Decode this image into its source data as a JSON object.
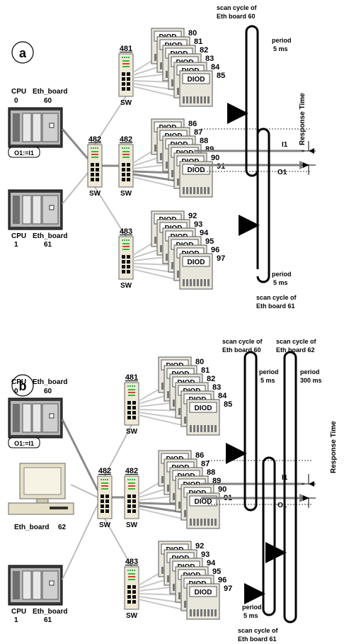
{
  "panels": [
    {
      "letter": "a",
      "cpus": [
        {
          "cpu_label": "CPU",
          "cpu_num": "0",
          "board_label": "Eth_board",
          "board_num": "60",
          "tag": "O1:=I1"
        },
        {
          "cpu_label": "CPU",
          "cpu_num": "1",
          "board_label": "Eth_board",
          "board_num": "61"
        }
      ],
      "pc": null,
      "switches": [
        {
          "id": "481",
          "label": "SW"
        },
        {
          "id": "482",
          "label": "SW"
        },
        {
          "id": "482",
          "label": "SW"
        },
        {
          "id": "483",
          "label": "SW"
        }
      ],
      "diod_label": "DIOD",
      "diod_groups": [
        [
          "80",
          "81",
          "82",
          "83",
          "84",
          "85"
        ],
        [
          "86",
          "87",
          "88",
          "89",
          "90",
          "91"
        ],
        [
          "92",
          "93",
          "94",
          "95",
          "96",
          "97"
        ]
      ],
      "annotations": {
        "scan_top": [
          "scan cycle of",
          "Eth board 60"
        ],
        "period_top": [
          "period",
          "5 ms"
        ],
        "scan_bottom": [
          "scan cycle of",
          "Eth board 61"
        ],
        "period_bottom": [
          "period",
          "5 ms"
        ],
        "response_time": "Response Time",
        "i1": "I1",
        "o1": "O1"
      }
    },
    {
      "letter": "b",
      "cpus": [
        {
          "cpu_label": "CPU",
          "cpu_num": "0",
          "board_label": "Eth_board",
          "board_num": "60",
          "tag": "O1:=I1"
        },
        {
          "cpu_label": "CPU",
          "cpu_num": "1",
          "board_label": "Eth_board",
          "board_num": "61"
        }
      ],
      "pc": {
        "label": "Eth_board",
        "num": "62"
      },
      "switches": [
        {
          "id": "481",
          "label": "SW"
        },
        {
          "id": "482",
          "label": "SW"
        },
        {
          "id": "482",
          "label": "SW"
        },
        {
          "id": "483",
          "label": "SW"
        }
      ],
      "diod_label": "DIOD",
      "diod_groups": [
        [
          "80",
          "81",
          "82",
          "83",
          "84",
          "85"
        ],
        [
          "86",
          "87",
          "88",
          "89",
          "90",
          "91"
        ],
        [
          "92",
          "93",
          "94",
          "95",
          "96",
          "97"
        ]
      ],
      "annotations": {
        "scan_top": [
          "scan cycle of",
          "Eth board 60"
        ],
        "period_top": [
          "period",
          "5 ms"
        ],
        "scan_top2": [
          "scan cycle of",
          "Eth board 62"
        ],
        "period_top2": [
          "period",
          "300 ms"
        ],
        "scan_bottom": [
          "scan cycle of",
          "Eth board 61"
        ],
        "period_bottom": [
          "period",
          "5 ms"
        ],
        "response_time": "Response Time",
        "i1": "I1",
        "o1": "O1"
      }
    }
  ]
}
